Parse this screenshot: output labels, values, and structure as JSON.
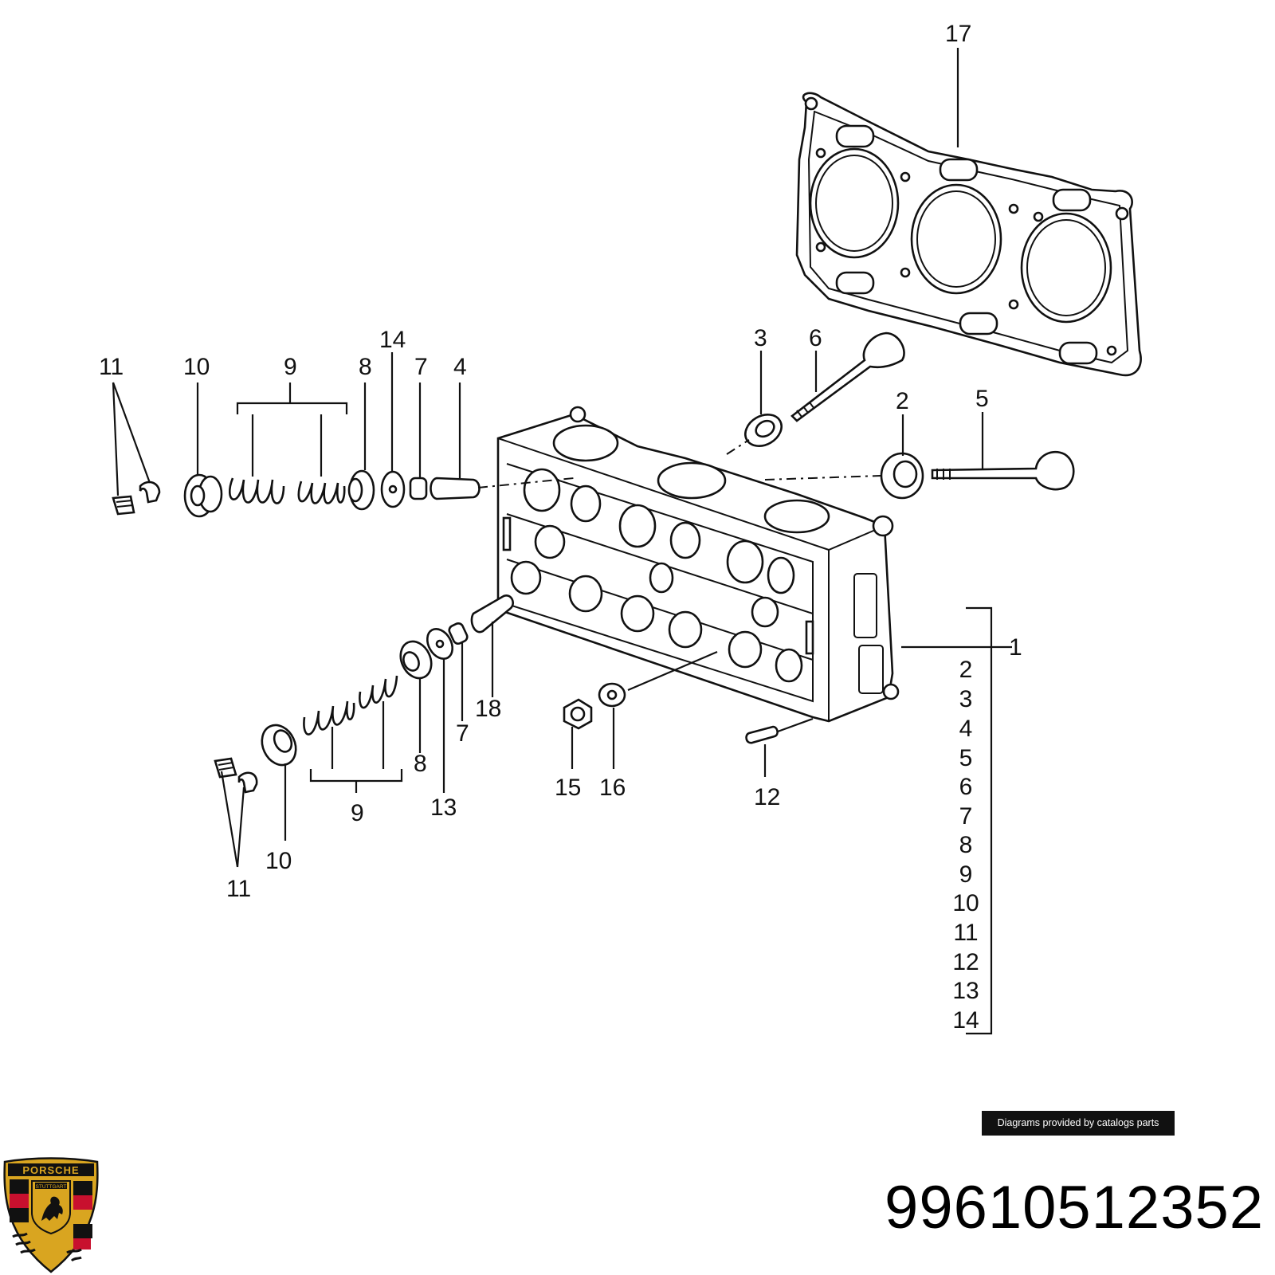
{
  "callouts": {
    "c1": "1",
    "c2": "2",
    "c3": "3",
    "c4": "4",
    "c5": "5",
    "c6": "6",
    "c7a": "7",
    "c7b": "7",
    "c8a": "8",
    "c8b": "8",
    "c9a": "9",
    "c9b": "9",
    "c10a": "10",
    "c10b": "10",
    "c11a": "11",
    "c11b": "11",
    "c12": "12",
    "c13": "13",
    "c14": "14",
    "c15": "15",
    "c16": "16",
    "c17": "17",
    "c18": "18"
  },
  "kit_list": [
    "2",
    "3",
    "4",
    "5",
    "6",
    "7",
    "8",
    "9",
    "10",
    "11",
    "12",
    "13",
    "14"
  ],
  "credit": "Diagrams provided by catalogs parts",
  "part_number": "99610512352",
  "logo": {
    "brand": "PORSCHE",
    "city": "STUTTGART"
  },
  "colors": {
    "crest_red": "#c8102e",
    "crest_gold": "#d9a520",
    "ink": "#111111"
  }
}
